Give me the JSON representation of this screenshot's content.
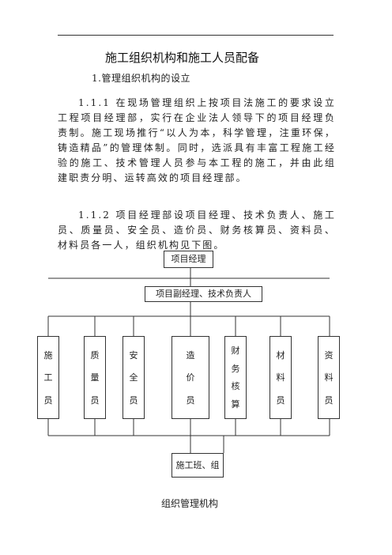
{
  "document": {
    "title": "施工组织机构和施工人员配备",
    "section_heading": "1.管理组织机构的设立",
    "para_1_1": "1.1.1 在现场管理组织上按项目法施工的要求设立工程项目经理部，实行在企业法人领导下的项目经理负责制。施工现场推行“以人为本，科学管理，注重环保，铸造精品”的管理体制。同时，选派具有丰富工程施工经验的施工、技术管理人员参与本工程的施工，并由此组建职责分明、运转高效的项目经理部。",
    "para_1_2": "1.1.2 项目经理部设项目经理、技术负责人、施工员、质量员、安全员、造价员、财务核算员、资料员、材料员各一人，组织机构见下图。"
  },
  "org_chart": {
    "top": "项目经理",
    "deputy": "项目副经理、技术负责人",
    "roles": [
      [
        "施",
        "工",
        "员"
      ],
      [
        "质",
        "量",
        "员"
      ],
      [
        "安",
        "全",
        "员"
      ],
      [
        "造",
        "价",
        "员"
      ],
      [
        "财",
        "务",
        "核",
        "算"
      ],
      [
        "材",
        "料",
        "员"
      ],
      [
        "资",
        "料",
        "员"
      ]
    ],
    "bottom": "施工班、组",
    "caption": "组织管理机构"
  }
}
